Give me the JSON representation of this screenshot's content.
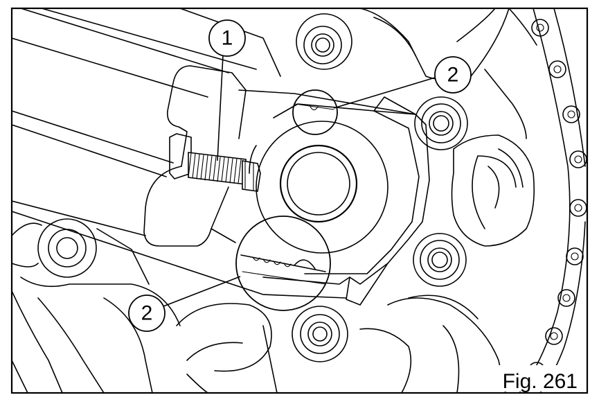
{
  "figure": {
    "label": "Fig. 261"
  },
  "callouts": [
    {
      "id": "1",
      "text": "1"
    },
    {
      "id": "2a",
      "text": "2"
    },
    {
      "id": "2b",
      "text": "2"
    }
  ],
  "colors": {
    "line": "#000000",
    "background": "#ffffff"
  }
}
